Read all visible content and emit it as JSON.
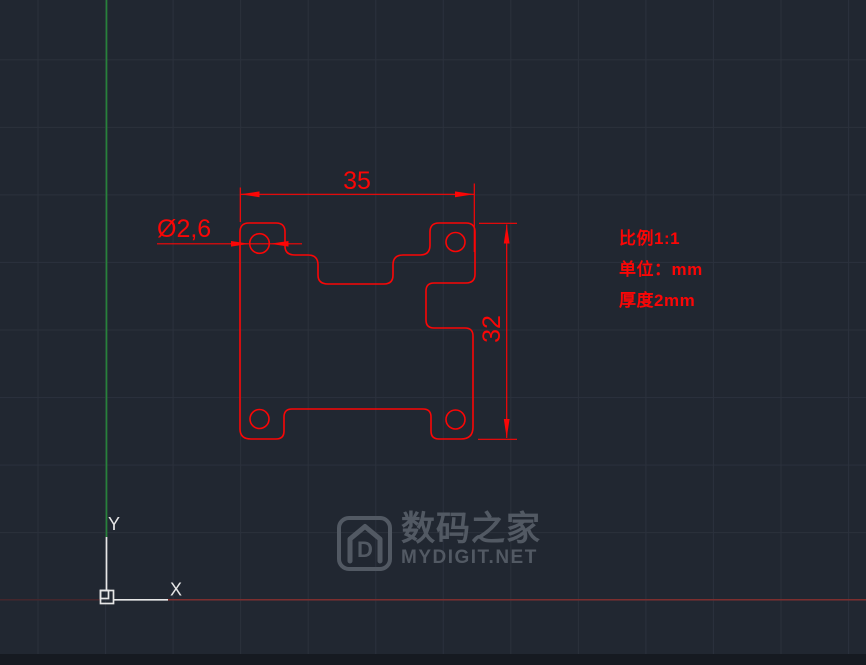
{
  "colors": {
    "bg": "#212731",
    "grid": "#2b313c",
    "red": "#fb0606",
    "axis_red": "#7d2e2e",
    "axis_red_dim": "#44262c",
    "green": "#27823a",
    "white": "#e6e6e6",
    "wm": "#525963",
    "strip": "#161a21"
  },
  "drawing": {
    "dim_width": "35",
    "dim_height": "32",
    "hole_diameter": "Ø2,6"
  },
  "notes": {
    "scale": "比例1:1",
    "unit": "单位：mm",
    "thickness": "厚度2mm"
  },
  "ucs": {
    "x_label": "X",
    "y_label": "Y"
  },
  "watermark": {
    "title": "数码之家",
    "subtitle": "MYDIGIT.NET",
    "logo_letter": "D"
  }
}
